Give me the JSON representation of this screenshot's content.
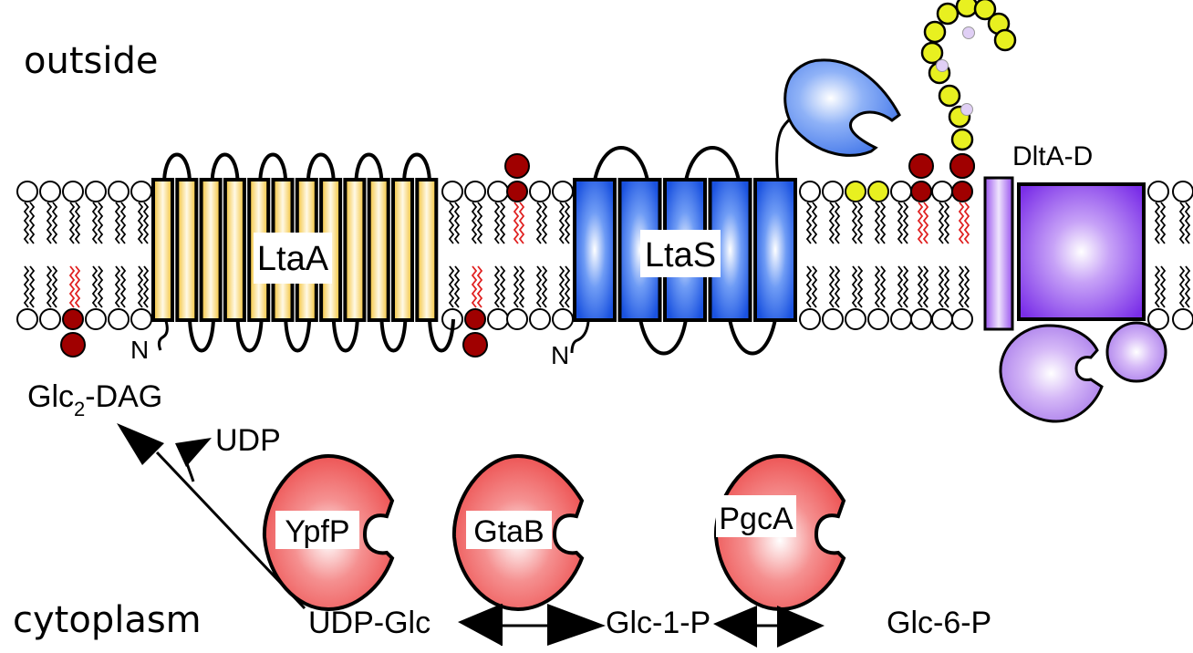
{
  "compartments": {
    "outside": "outside",
    "cytoplasm": "cytoplasm"
  },
  "membrane_proteins": [
    {
      "id": "ltaa",
      "label": "LtaA",
      "color": "#f5c842",
      "tm_helices": 12,
      "n_terminus": "N"
    },
    {
      "id": "ltas",
      "label": "LtaS",
      "color": "#2f6cf0",
      "tm_helices": 5,
      "n_terminus": "N"
    },
    {
      "id": "dlt",
      "label": "DltA-D",
      "color": "#8a3cf0"
    }
  ],
  "lipids": {
    "glycolipid_label_main": "Glc",
    "glycolipid_label_sub": "2",
    "glycolipid_label_suffix": "-DAG",
    "head_color": "#ffffff",
    "glc_color": "#a00000",
    "lta_subunit_color": "#e8f020",
    "dalanine_color": "#e0cff5"
  },
  "cytoplasmic_enzymes": [
    {
      "id": "ypfp",
      "label": "YpfP",
      "color": "#f06060"
    },
    {
      "id": "gtab",
      "label": "GtaB",
      "color": "#f06060"
    },
    {
      "id": "pgca",
      "label": "PgcA",
      "color": "#f06060"
    }
  ],
  "metabolites": {
    "udp": "UDP",
    "udp_glc": "UDP-Glc",
    "glc1p": "Glc-1-P",
    "glc6p": "Glc-6-P"
  }
}
